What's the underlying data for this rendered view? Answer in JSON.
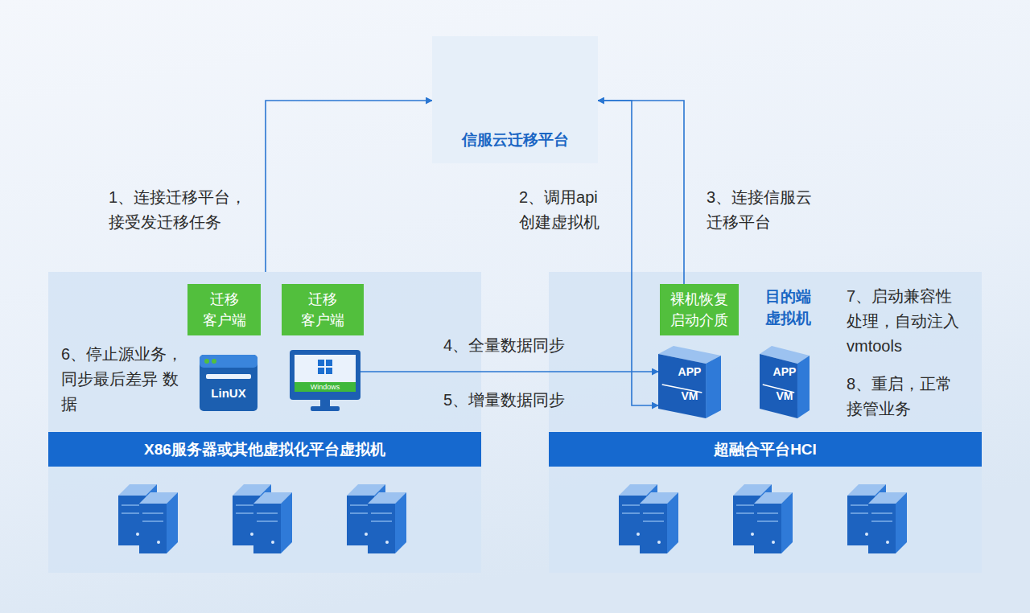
{
  "diagram": {
    "nodes": [
      {
        "text": [
          "信服云迁移平台"
        ]
      },
      {
        "text": [
          "X86服务器或其他虚拟化平台虚拟机"
        ]
      },
      {
        "text": [
          "迁移 客户端"
        ],
        "in": 1
      },
      {
        "text": [
          "迁移 客户端"
        ],
        "in": 1
      },
      {
        "text": [
          "LinUX"
        ],
        "in": 1
      },
      {
        "text": [
          "Windows"
        ],
        "in": 1
      },
      {
        "text": [
          "超融合平台HCI"
        ]
      },
      {
        "text": [
          "裸机恢复 启动介质"
        ],
        "in": 6
      },
      {
        "text": [
          "APP",
          "VM"
        ],
        "in": 6
      },
      {
        "text": [
          "APP",
          "VM"
        ],
        "in": 6
      }
    ],
    "edges": [
      {
        "from": 1,
        "to": 0,
        "arrow": "to",
        "label": "1、连接迁移平台， 接受发迁移任务"
      },
      {
        "from": 0,
        "to": 8,
        "arrow": "to",
        "label": "2、调用api 创建虚拟机"
      },
      {
        "from": 7,
        "to": 0,
        "arrow": "to",
        "label": "3、连接信服云 迁移平台"
      },
      {
        "from": 5,
        "to": 8,
        "arrow": "to",
        "label": "4、全量数据同步"
      }
    ],
    "labels": [
      "6、停止源业务， 同步最后差异 数据",
      "5、增量数据同步",
      "目的端 虚拟机",
      "7、启动兼容性 处理，自动注入 vmtools",
      "8、重启，正常 接管业务"
    ]
  }
}
